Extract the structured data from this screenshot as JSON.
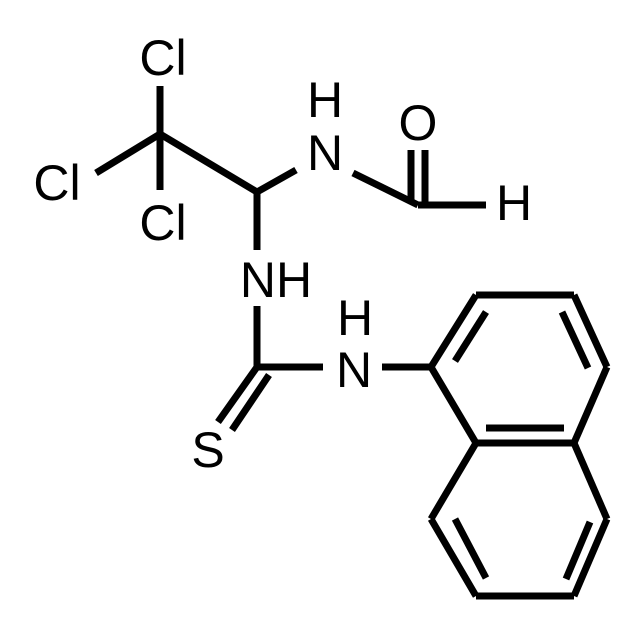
{
  "molecule": {
    "atoms": {
      "cl_top": "Cl",
      "cl_left": "Cl",
      "cl_mid": "Cl",
      "nh_formyl_h": "H",
      "nh_formyl_n": "N",
      "oxygen": "O",
      "formyl_h": "H",
      "nh_thio": "NH",
      "nh_aryl_h": "H",
      "nh_aryl_n": "N",
      "sulfur": "S"
    }
  }
}
